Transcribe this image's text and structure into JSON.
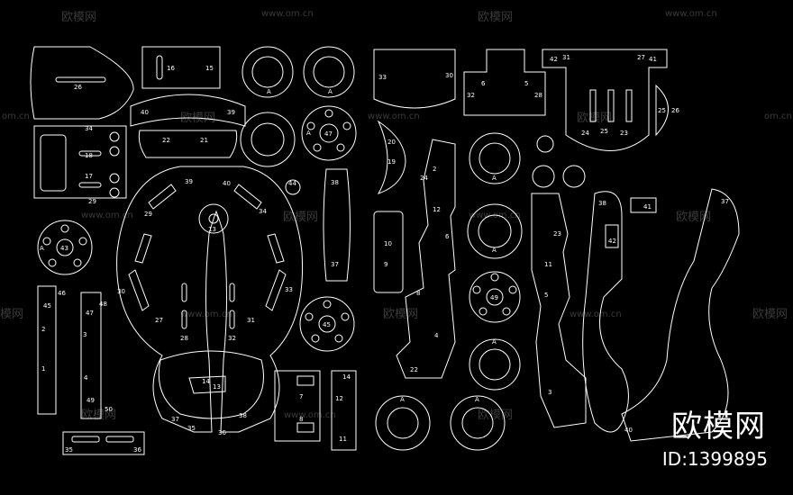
{
  "watermark": {
    "brand": "欧模网",
    "url": "www.om.cn",
    "url_short": "om.cn",
    "brand_short": "模网"
  },
  "footer": {
    "brand": "欧模网",
    "id": "ID:1399895"
  },
  "colors": {
    "line": "#ffffff",
    "background": "#000000",
    "watermark": "#3a3a3a"
  },
  "labels": {
    "p26": "26",
    "p16": "16",
    "p15": "15",
    "p40": "40",
    "p39": "39",
    "p22": "22",
    "p21": "21",
    "p34": "34",
    "p18": "18",
    "p17": "17",
    "p29": "29",
    "p43": "43",
    "p47": "47",
    "p44": "44",
    "p38": "38",
    "p37": "37",
    "p33": "33",
    "p30": "30",
    "p20": "20",
    "p19": "19",
    "p10": "10",
    "p9": "9",
    "p6": "6",
    "p5": "5",
    "p32": "32",
    "p28": "28",
    "p42": "42",
    "p31": "31",
    "p27": "27",
    "p41": "41",
    "p25": "25",
    "p24": "24",
    "p23": "23",
    "p12": "12",
    "p8": "8",
    "p2": "2",
    "p3": "3",
    "p4": "4",
    "p1": "1",
    "p46": "46",
    "p45": "45",
    "p48": "48",
    "p49": "49",
    "p50": "50",
    "p35": "35",
    "p36": "36",
    "p13": "13",
    "p14": "14",
    "p7": "7",
    "p11": "11",
    "pA": "A"
  }
}
